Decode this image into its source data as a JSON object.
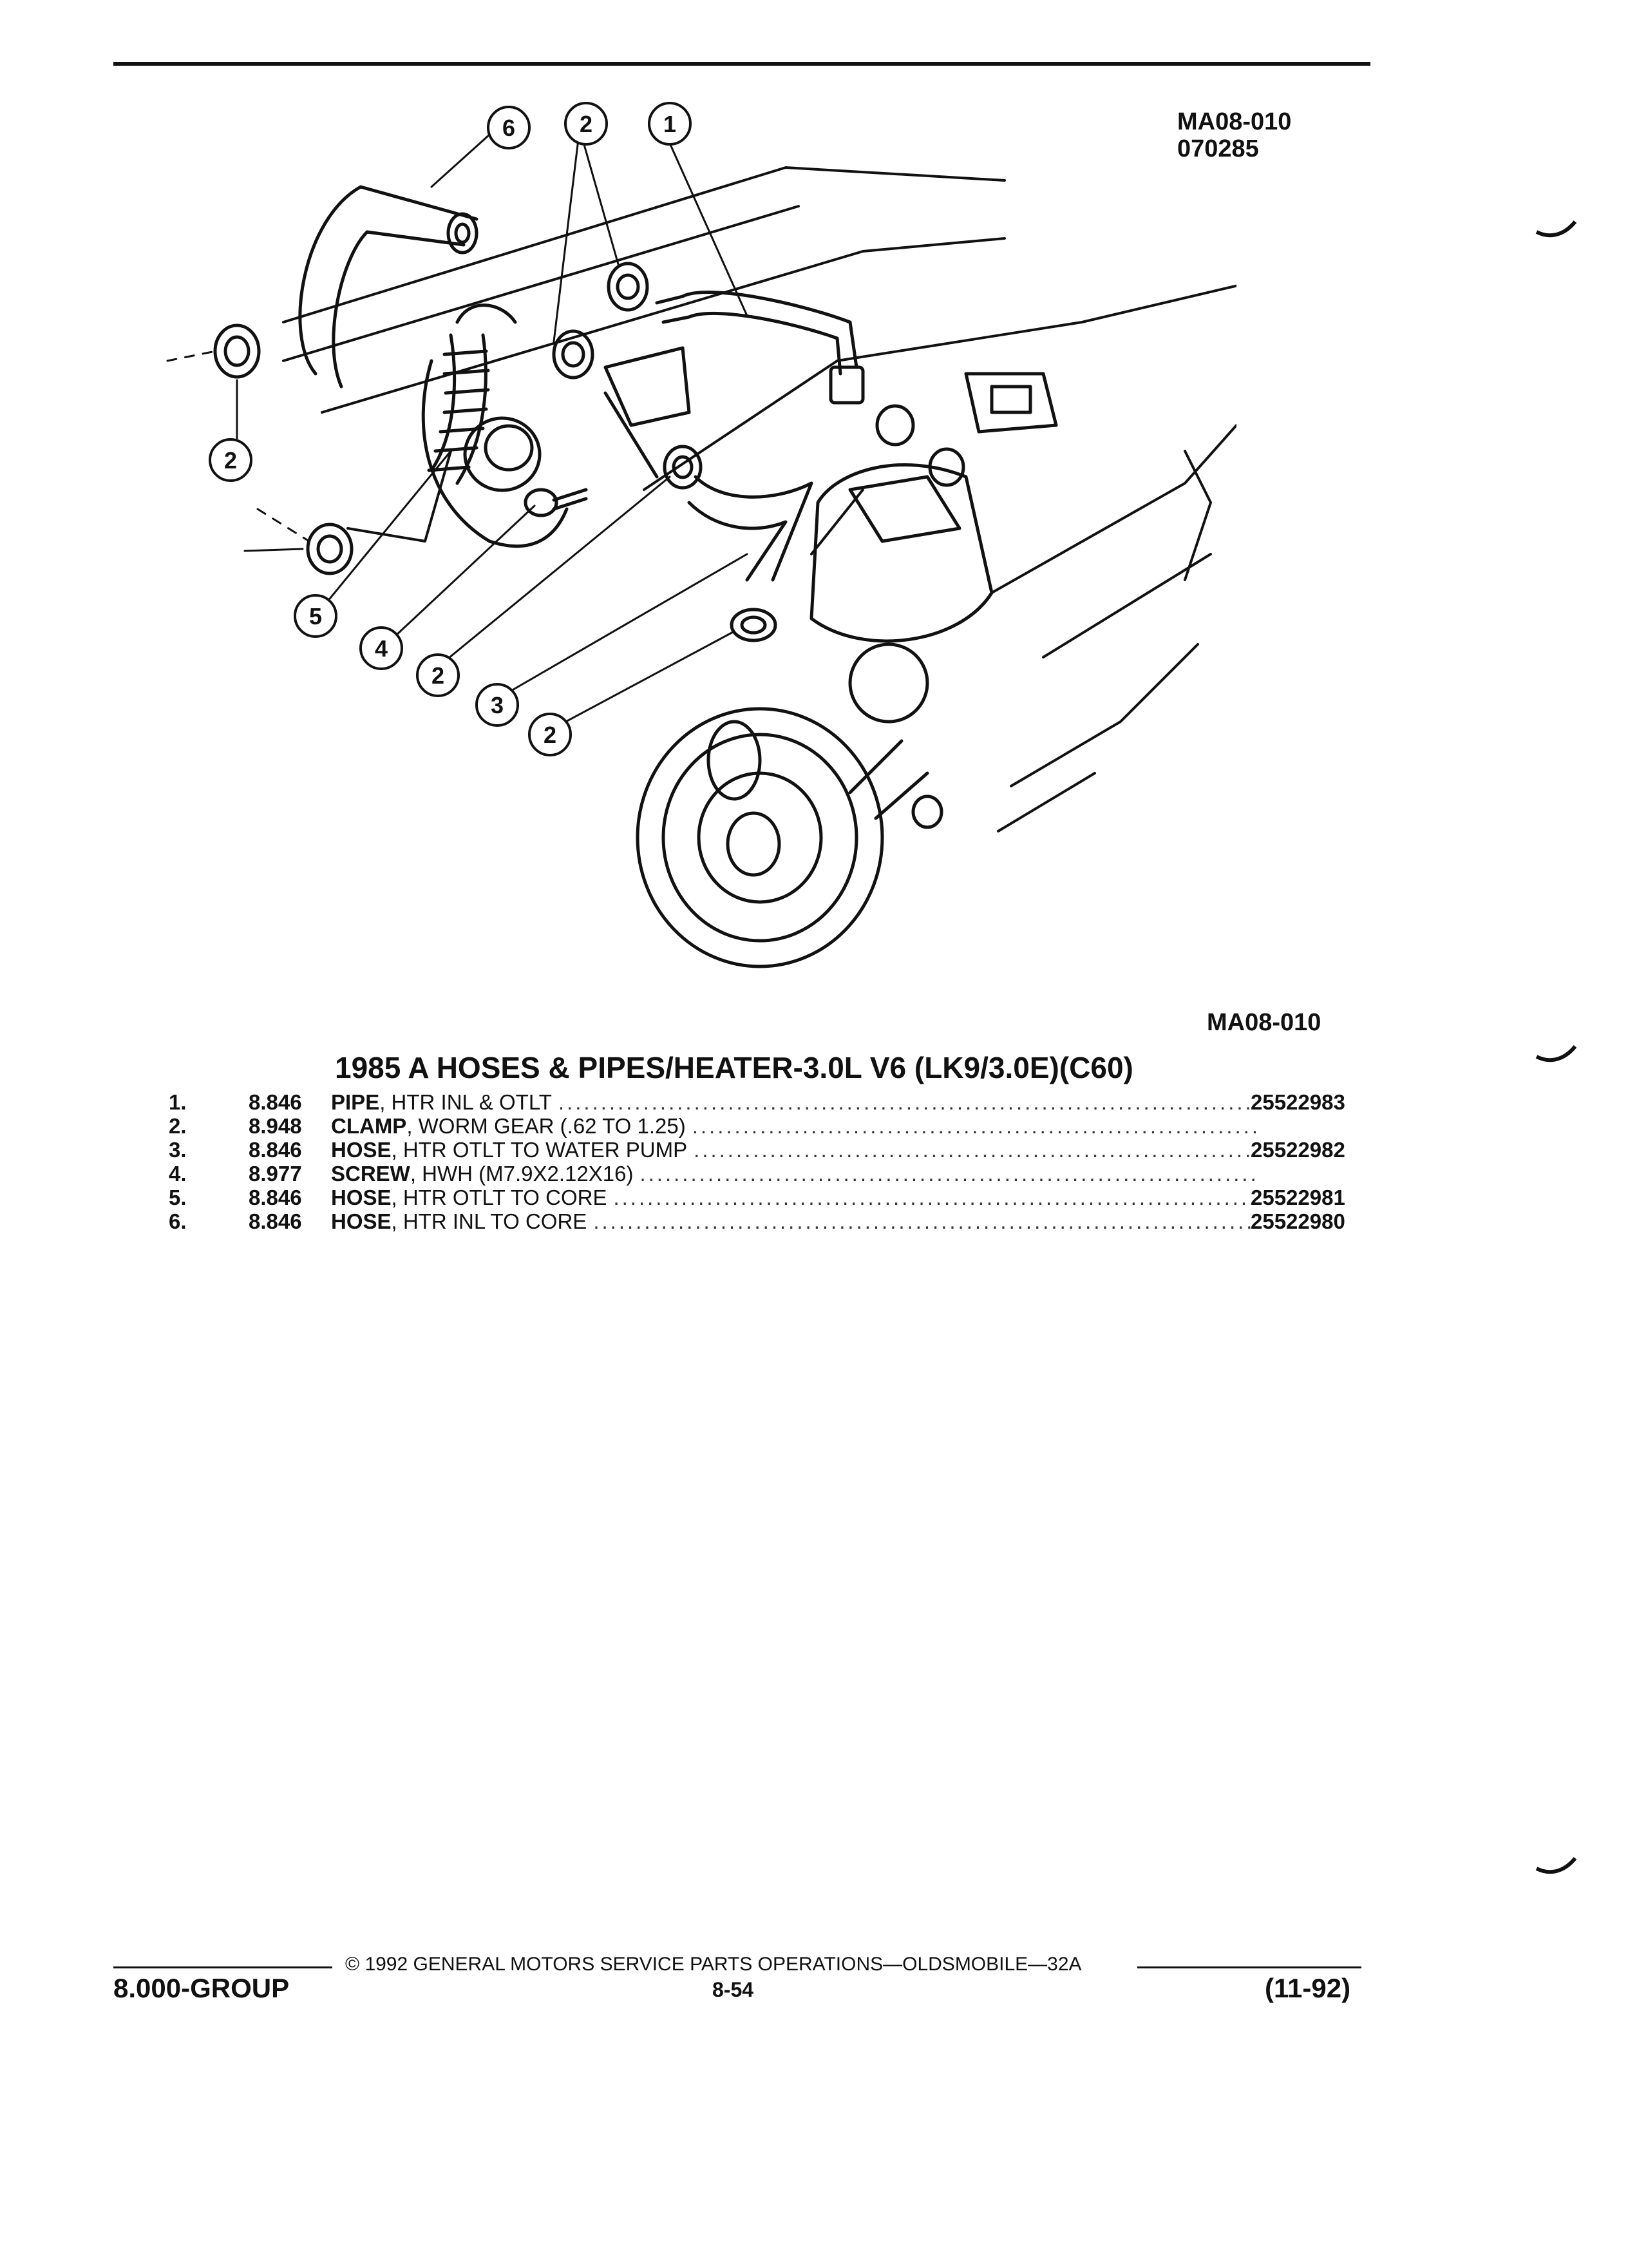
{
  "figure": {
    "code": "MA08-010",
    "date_code": "070285",
    "code_bottom": "MA08-010"
  },
  "callouts": [
    "1",
    "2",
    "3",
    "4",
    "5",
    "6"
  ],
  "title": "1985 A HOSES & PIPES/HEATER-3.0L V6 (LK9/3.0E)(C60)",
  "parts": [
    {
      "num": "1.",
      "group": "8.846",
      "name": "PIPE",
      "desc": ", HTR INL & OTLT",
      "part_no": "25522983"
    },
    {
      "num": "2.",
      "group": "8.948",
      "name": "CLAMP",
      "desc": ", WORM GEAR (.62 TO 1.25)",
      "part_no": ""
    },
    {
      "num": "3.",
      "group": "8.846",
      "name": "HOSE",
      "desc": ", HTR OTLT TO WATER PUMP",
      "part_no": "25522982"
    },
    {
      "num": "4.",
      "group": "8.977",
      "name": "SCREW",
      "desc": ", HWH (M7.9X2.12X16)",
      "part_no": ""
    },
    {
      "num": "5.",
      "group": "8.846",
      "name": "HOSE",
      "desc": ", HTR OTLT TO CORE",
      "part_no": "25522981"
    },
    {
      "num": "6.",
      "group": "8.846",
      "name": "HOSE",
      "desc": ", HTR INL TO CORE",
      "part_no": "25522980"
    }
  ],
  "footer": {
    "copyright": "© 1992 GENERAL MOTORS SERVICE PARTS OPERATIONS—OLDSMOBILE—32A",
    "group": "8.000-GROUP",
    "page": "8-54",
    "date": "(11-92)"
  }
}
